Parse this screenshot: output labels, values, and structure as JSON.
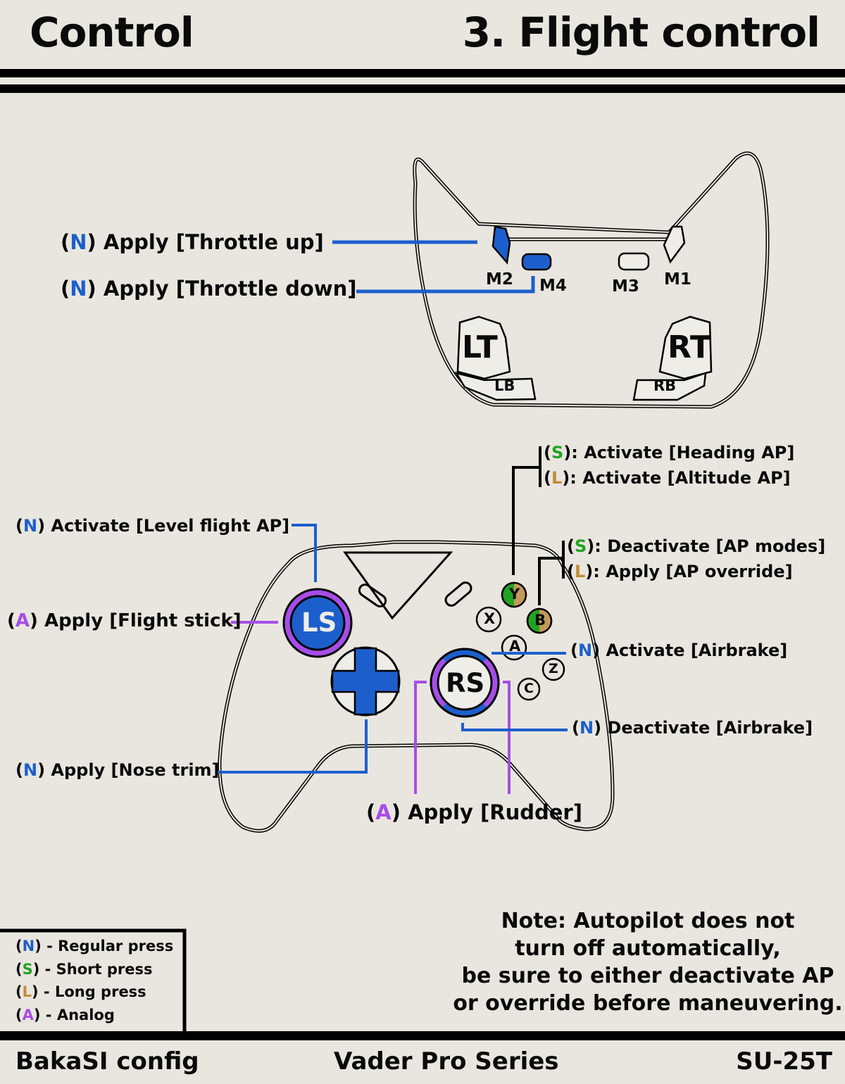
{
  "header": {
    "left_title": "Control",
    "right_title": "3. Flight control"
  },
  "colors": {
    "background": "#e9e6df",
    "regular": "#1c5fcc",
    "short": "#22a322",
    "long": "#c48a35",
    "analog": "#a64ee8"
  },
  "top_controller": {
    "buttons": {
      "m1": "M1",
      "m2": "M2",
      "m3": "M3",
      "m4": "M4",
      "lt": "LT",
      "rt": "RT",
      "lb": "LB",
      "rb": "RB"
    },
    "mappings": [
      {
        "key": "N",
        "action": "Apply [Throttle up]",
        "button": "M2"
      },
      {
        "key": "N",
        "action": "Apply [Throttle down]",
        "button": "M4"
      }
    ]
  },
  "front_controller": {
    "buttons": {
      "ls": "LS",
      "rs": "RS",
      "x": "X",
      "y": "Y",
      "b": "B",
      "a": "A",
      "z": "Z",
      "c": "C"
    },
    "mappings": {
      "level_flight": {
        "key": "N",
        "action": "Activate [Level flight AP]",
        "button": "LS"
      },
      "flight_stick": {
        "key": "A",
        "action": "Apply [Flight stick]",
        "button": "LS"
      },
      "nose_trim": {
        "key": "N",
        "action": "Apply [Nose trim]",
        "button": "D-pad"
      },
      "rudder": {
        "key": "A",
        "action": "Apply [Rudder]",
        "button": "RS"
      },
      "heading_ap": {
        "key": "S",
        "sep": ":",
        "action": "Activate [Heading AP]",
        "button": "Y"
      },
      "altitude_ap": {
        "key": "L",
        "sep": ":",
        "action": "Activate [Altitude AP]",
        "button": "Y"
      },
      "deactivate_ap": {
        "key": "S",
        "sep": ":",
        "action": "Deactivate [AP modes]",
        "button": "B"
      },
      "ap_override": {
        "key": "L",
        "sep": ":",
        "action": "Apply [AP override]",
        "button": "B"
      },
      "airbrake_on": {
        "key": "N",
        "action": "Activate [Airbrake]",
        "button": "RS"
      },
      "airbrake_off": {
        "key": "N",
        "action": "Deactivate [Airbrake]",
        "button": "RS"
      }
    }
  },
  "legend": [
    {
      "key": "N",
      "text": "- Regular press"
    },
    {
      "key": "S",
      "text": "- Short press"
    },
    {
      "key": "L",
      "text": "- Long press"
    },
    {
      "key": "A",
      "text": "- Analog"
    }
  ],
  "note": [
    "Note: Autopilot does not",
    "turn off automatically,",
    "be sure to either deactivate AP",
    "or override before maneuvering."
  ],
  "footer": {
    "left": "BakaSI config",
    "center": "Vader Pro Series",
    "right": "SU-25T"
  }
}
